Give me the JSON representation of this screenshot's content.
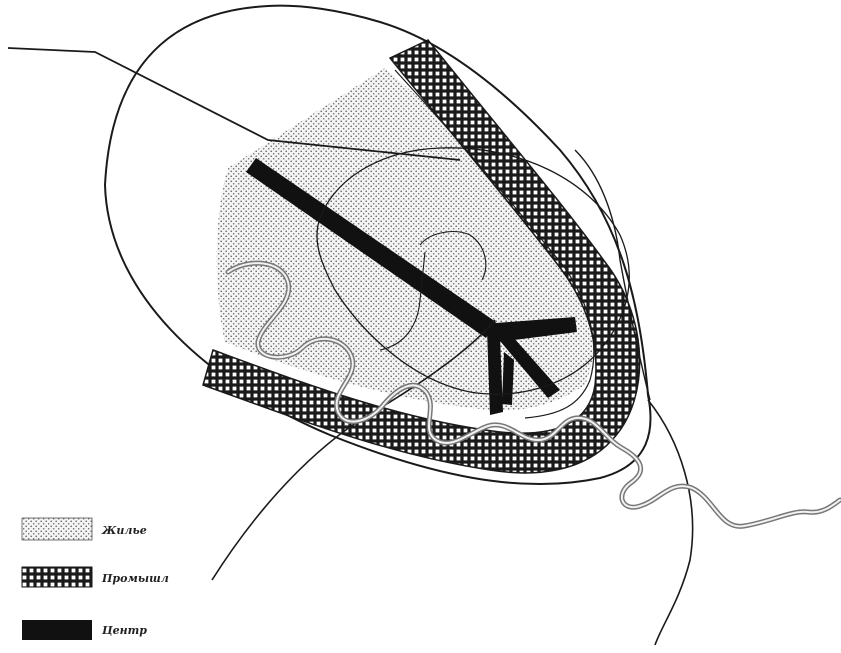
{
  "diagram": {
    "zones": [
      {
        "id": "residential",
        "pattern": "dots"
      },
      {
        "id": "industrial",
        "pattern": "crosshatch"
      },
      {
        "id": "center",
        "pattern": "solid"
      }
    ],
    "colors": {
      "ink": "#1a1a1a",
      "dots": "#555555",
      "crosshatch_fill": "#ffffff",
      "background": "#ffffff"
    }
  },
  "legend": {
    "items": [
      {
        "pattern": "dots",
        "label": "Жилье"
      },
      {
        "pattern": "crosshatch",
        "label": "Промышл"
      },
      {
        "pattern": "solid",
        "label": "Центр"
      }
    ]
  }
}
